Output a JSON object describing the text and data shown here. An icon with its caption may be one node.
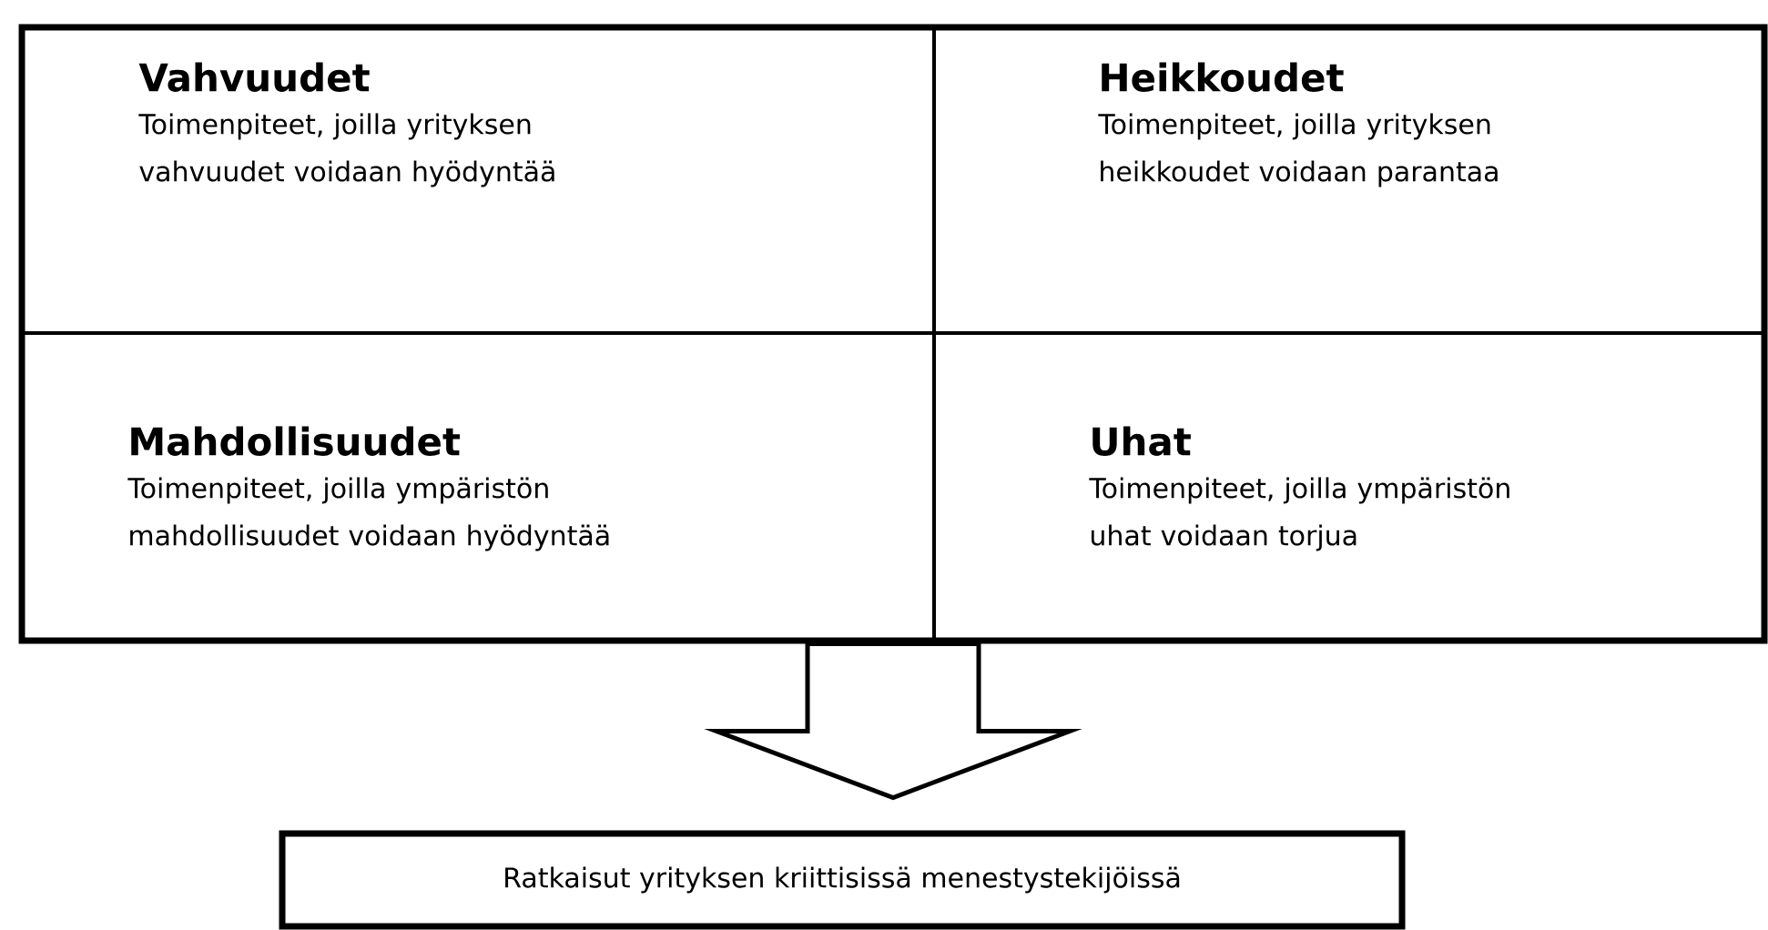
{
  "diagram": {
    "nodes": [
      {
        "text": [],
        "shape": "box"
      },
      {
        "text": [
          "Vahvuudet",
          "Toimenpiteet, joilla yrityksen vahvuudet voidaan hyödyntää"
        ],
        "in": 0
      },
      {
        "text": [
          "Heikkoudet",
          "Toimenpiteet, joilla yrityksen heikkoudet voidaan parantaa"
        ],
        "in": 0
      },
      {
        "text": [
          "Mahdollisuudet",
          "Toimenpiteet, joilla ympäristön mahdollisuudet voidaan hyödyntää"
        ],
        "in": 0
      },
      {
        "text": [
          "Uhat",
          "Toimenpiteet, joilla ympäristön uhat voidaan torjua"
        ],
        "in": 0
      },
      {
        "text": [
          "Ratkaisut yrityksen kriittisissä menestystekijöissä"
        ]
      }
    ],
    "edges": [
      {
        "from": 0,
        "to": 5,
        "arrow": "to"
      }
    ]
  }
}
